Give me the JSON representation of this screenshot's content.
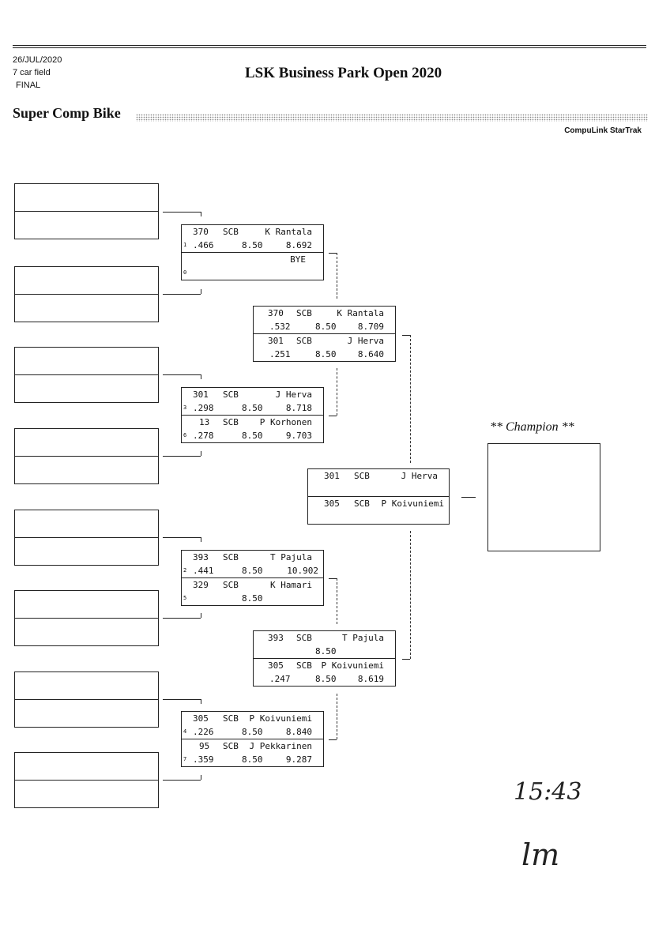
{
  "header": {
    "date": "26/JUL/2020",
    "field": "7 car field",
    "round": "FINAL",
    "event": "LSK Business Park Open 2020",
    "class": "Super Comp Bike",
    "software": "CompuLink StarTrak"
  },
  "round1": [
    {
      "top": {
        "car": "370",
        "cls": "SCB",
        "name": "K Rantala",
        "seed": "1",
        "rt": ".466",
        "dial": "8.50",
        "et": "8.692"
      },
      "bottom": {
        "car": "",
        "cls": "",
        "name": "BYE",
        "seed": "0",
        "rt": "",
        "dial": "",
        "et": ""
      }
    },
    {
      "top": {
        "car": "301",
        "cls": "SCB",
        "name": "J Herva",
        "seed": "3",
        "rt": ".298",
        "dial": "8.50",
        "et": "8.718"
      },
      "bottom": {
        "car": "13",
        "cls": "SCB",
        "name": "P Korhonen",
        "seed": "6",
        "rt": ".278",
        "dial": "8.50",
        "et": "9.703"
      }
    },
    {
      "top": {
        "car": "393",
        "cls": "SCB",
        "name": "T Pajula",
        "seed": "2",
        "rt": ".441",
        "dial": "8.50",
        "et": "10.902"
      },
      "bottom": {
        "car": "329",
        "cls": "SCB",
        "name": "K Hamari",
        "seed": "5",
        "rt": "",
        "dial": "8.50",
        "et": ""
      }
    },
    {
      "top": {
        "car": "305",
        "cls": "SCB",
        "name": "P Koivuniemi",
        "seed": "4",
        "rt": ".226",
        "dial": "8.50",
        "et": "8.840"
      },
      "bottom": {
        "car": "95",
        "cls": "SCB",
        "name": "J Pekkarinen",
        "seed": "7",
        "rt": ".359",
        "dial": "8.50",
        "et": "9.287"
      }
    }
  ],
  "round2": [
    {
      "top": {
        "car": "370",
        "cls": "SCB",
        "name": "K Rantala",
        "rt": ".532",
        "dial": "8.50",
        "et": "8.709"
      },
      "bottom": {
        "car": "301",
        "cls": "SCB",
        "name": "J Herva",
        "rt": ".251",
        "dial": "8.50",
        "et": "8.640"
      }
    },
    {
      "top": {
        "car": "393",
        "cls": "SCB",
        "name": "T Pajula",
        "rt": "",
        "dial": "8.50",
        "et": ""
      },
      "bottom": {
        "car": "305",
        "cls": "SCB",
        "name": "P Koivuniemi",
        "rt": ".247",
        "dial": "8.50",
        "et": "8.619"
      }
    }
  ],
  "final": {
    "top": {
      "car": "301",
      "cls": "SCB",
      "name": "J Herva"
    },
    "bottom": {
      "car": "305",
      "cls": "SCB",
      "name": "P Koivuniemi"
    }
  },
  "champion": {
    "label": "** Champion **"
  },
  "handwriting": {
    "time": "15:43",
    "initials": "lm"
  }
}
